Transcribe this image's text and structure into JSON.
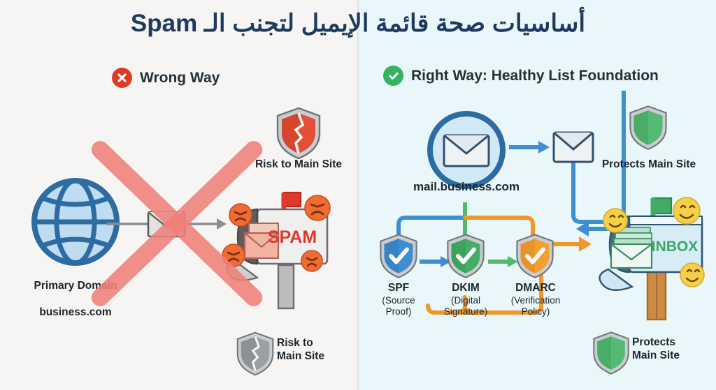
{
  "title": "أساسيات صحة قائمة الإيميل لتجنب الـ Spam",
  "colors": {
    "title": "#1e3a5f",
    "left_bg": "#f7f5f4",
    "right_bg": "#e9f6fa",
    "wrong_badge": "#dd3b26",
    "right_badge": "#35b35f",
    "big_x": "#ef8079",
    "spf": "#3f8fd0",
    "dkim": "#3da85f",
    "dmarc": "#f0972a",
    "spam_text": "#e0382a",
    "inbox_text": "#3da85f",
    "angry_face": "#ef6c33",
    "happy_face": "#f5cf48"
  },
  "left_panel": {
    "header": {
      "icon": "x-circle-icon",
      "label": "Wrong Way"
    },
    "domain": {
      "icon": "globe-icon",
      "line1": "Primary Domain",
      "line2": "business.com"
    },
    "flow": {
      "envelope_icon": "envelope-icon",
      "arrow_icon": "arrow-right-icon"
    },
    "mailbox": {
      "icon": "mailbox-icon",
      "label": "SPAM",
      "flag": "red-flag-up",
      "faces": [
        "angry-face-icon",
        "angry-face-icon",
        "angry-face-icon",
        "angry-face-icon"
      ]
    },
    "risk_top": {
      "icon": "broken-shield-red-icon",
      "label": "Risk to Main Site"
    },
    "risk_bottom": {
      "icon": "broken-shield-gray-icon",
      "label": "Risk to\nMain Site"
    },
    "overlay": "big-red-x"
  },
  "right_panel": {
    "header": {
      "icon": "check-circle-icon",
      "label": "Right Way: Healthy List Foundation"
    },
    "mail_server": {
      "icon": "circled-envelope-icon",
      "label": "mail.business.com"
    },
    "sent_envelope": {
      "icon": "envelope-icon"
    },
    "protects_top": {
      "icon": "shield-green-icon",
      "label": "Protects Main Site"
    },
    "auth_records": [
      {
        "name": "SPF",
        "sub": "(Source\nProof)",
        "icon": "shield-check-blue-icon",
        "color": "#3f8fd0"
      },
      {
        "name": "DKIM",
        "sub": "(Digital\nSignature)",
        "icon": "shield-check-green-icon",
        "color": "#3da85f"
      },
      {
        "name": "DMARC",
        "sub": "(Verification\nPolicy)",
        "icon": "shield-check-orange-icon",
        "color": "#f0972a"
      }
    ],
    "inbox": {
      "icon": "mailbox-icon",
      "label": "INBOX",
      "flag": "green-flag-up",
      "faces": [
        "happy-face-icon",
        "happy-face-icon",
        "happy-face-icon",
        "happy-face-icon"
      ]
    },
    "protects_bottom": {
      "icon": "shield-green-icon",
      "label": "Protects\nMain Site"
    }
  }
}
